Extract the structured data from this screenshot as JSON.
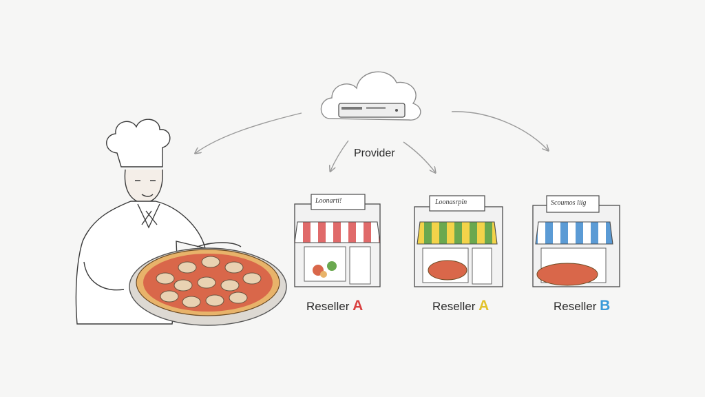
{
  "provider": {
    "label": "Provider"
  },
  "resellers": [
    {
      "name": "Reseller",
      "letter": "A",
      "letter_color": "#d94040",
      "sign": "Loonarti!",
      "awning_color": "#e06a6a"
    },
    {
      "name": "Reseller",
      "letter": "A",
      "letter_color": "#e2c22a",
      "sign": "Loonasrpin",
      "awning_color": "#6aa84f"
    },
    {
      "name": "Reseller",
      "letter": "B",
      "letter_color": "#3a9ad9",
      "sign": "Scoumos liig",
      "awning_color": "#5b9bd5"
    }
  ]
}
